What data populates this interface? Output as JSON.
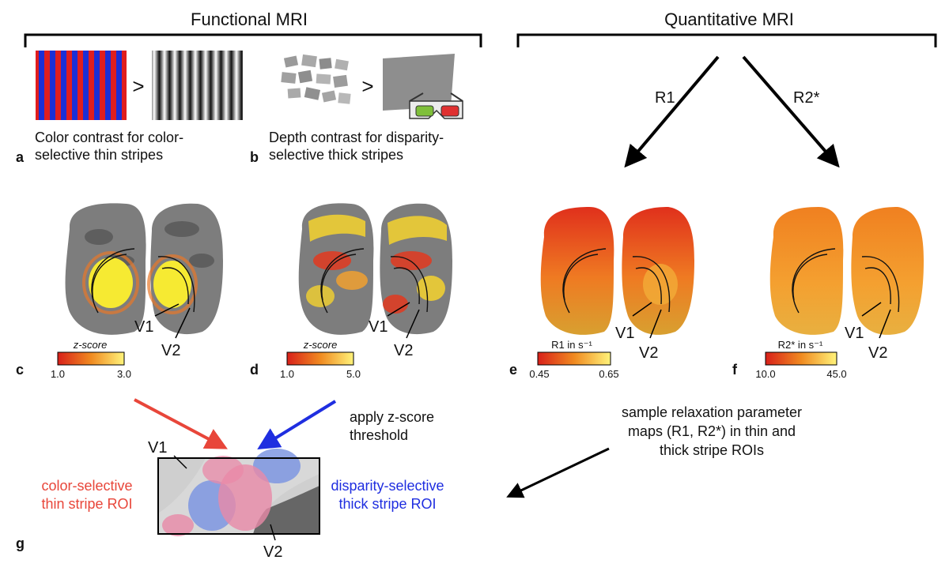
{
  "headers": {
    "functional": "Functional MRI",
    "quantitative": "Quantitative MRI"
  },
  "panels": {
    "a": {
      "letter": "a",
      "caption_line1": "Color contrast for color-",
      "caption_line2": "selective thin stripes",
      "operator": ">"
    },
    "b": {
      "letter": "b",
      "caption_line1": "Depth contrast for disparity-",
      "caption_line2": "selective thick stripes",
      "operator": ">"
    },
    "c": {
      "letter": "c",
      "colorbar_title": "z-score",
      "min": "1.0",
      "max": "3.0",
      "v1": "V1",
      "v2": "V2"
    },
    "d": {
      "letter": "d",
      "colorbar_title": "z-score",
      "min": "1.0",
      "max": "5.0",
      "v1": "V1",
      "v2": "V2"
    },
    "e": {
      "letter": "e",
      "colorbar_title": "R1 in s⁻¹",
      "min": "0.45",
      "max": "0.65",
      "v1": "V1",
      "v2": "V2"
    },
    "f": {
      "letter": "f",
      "colorbar_title": "R2* in s⁻¹",
      "min": "10.0",
      "max": "45.0",
      "v1": "V1",
      "v2": "V2"
    },
    "g": {
      "letter": "g",
      "v1": "V1",
      "v2": "V2"
    }
  },
  "arrow_labels": {
    "r1": "R1",
    "r2star": "R2*"
  },
  "annotations": {
    "threshold_line1": "apply z-score",
    "threshold_line2": "threshold",
    "sample_line1": "sample relaxation parameter",
    "sample_line2": "maps (R1, R2*) in thin and",
    "sample_line3": "thick stripe ROIs",
    "color_roi_line1": "color-selective",
    "color_roi_line2": "thin stripe ROI",
    "disparity_roi_line1": "disparity-selective",
    "disparity_roi_line2": "thick stripe ROI"
  },
  "colors": {
    "red_roi": "#e8463a",
    "blue_roi": "#1f2ee0",
    "heat_low": "#e02c1e",
    "heat_high": "#fff176",
    "cortex_gray": "#8a8a8a"
  }
}
